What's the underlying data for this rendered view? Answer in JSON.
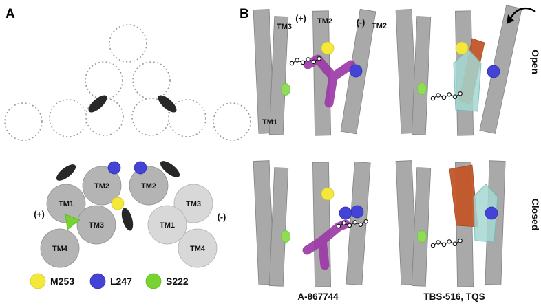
{
  "colors": {
    "yellow": "#f4e83b",
    "blue": "#4343d6",
    "green": "#77d331",
    "green_light": "#8fdc55",
    "purple": "#9c39a6",
    "orange": "#c4562a",
    "cyan": "#a5d8d3",
    "helix_gray": "#a9a9a9",
    "circle_mid": "#b4b4b4",
    "circle_light": "#d8d8d8",
    "dark": "#282828"
  },
  "panelA": {
    "label": "A",
    "plus": "(+)",
    "minus": "(-)",
    "helices": {
      "tm1_left": "TM1",
      "tm2_left": "TM2",
      "tm2_right": "TM2",
      "tm3_right": "TM3",
      "tm3_left": "TM3",
      "tm1_right": "TM1",
      "tm4_left": "TM4",
      "tm4_right": "TM4"
    },
    "legend": [
      {
        "label": "M253",
        "color": "yellow"
      },
      {
        "label": "L247",
        "color": "blue"
      },
      {
        "label": "S222",
        "color": "green"
      }
    ]
  },
  "panelB": {
    "label": "B",
    "labels": {
      "tm3": "TM3",
      "plus": "(+)",
      "tm2_center": "TM2",
      "minus": "(-)",
      "tm2_right": "TM2",
      "tm1": "TM1"
    },
    "rows": {
      "open": "Open",
      "closed": "Closed"
    },
    "compounds": {
      "left": "A-867744",
      "right": "TBS-516, TQS"
    }
  }
}
